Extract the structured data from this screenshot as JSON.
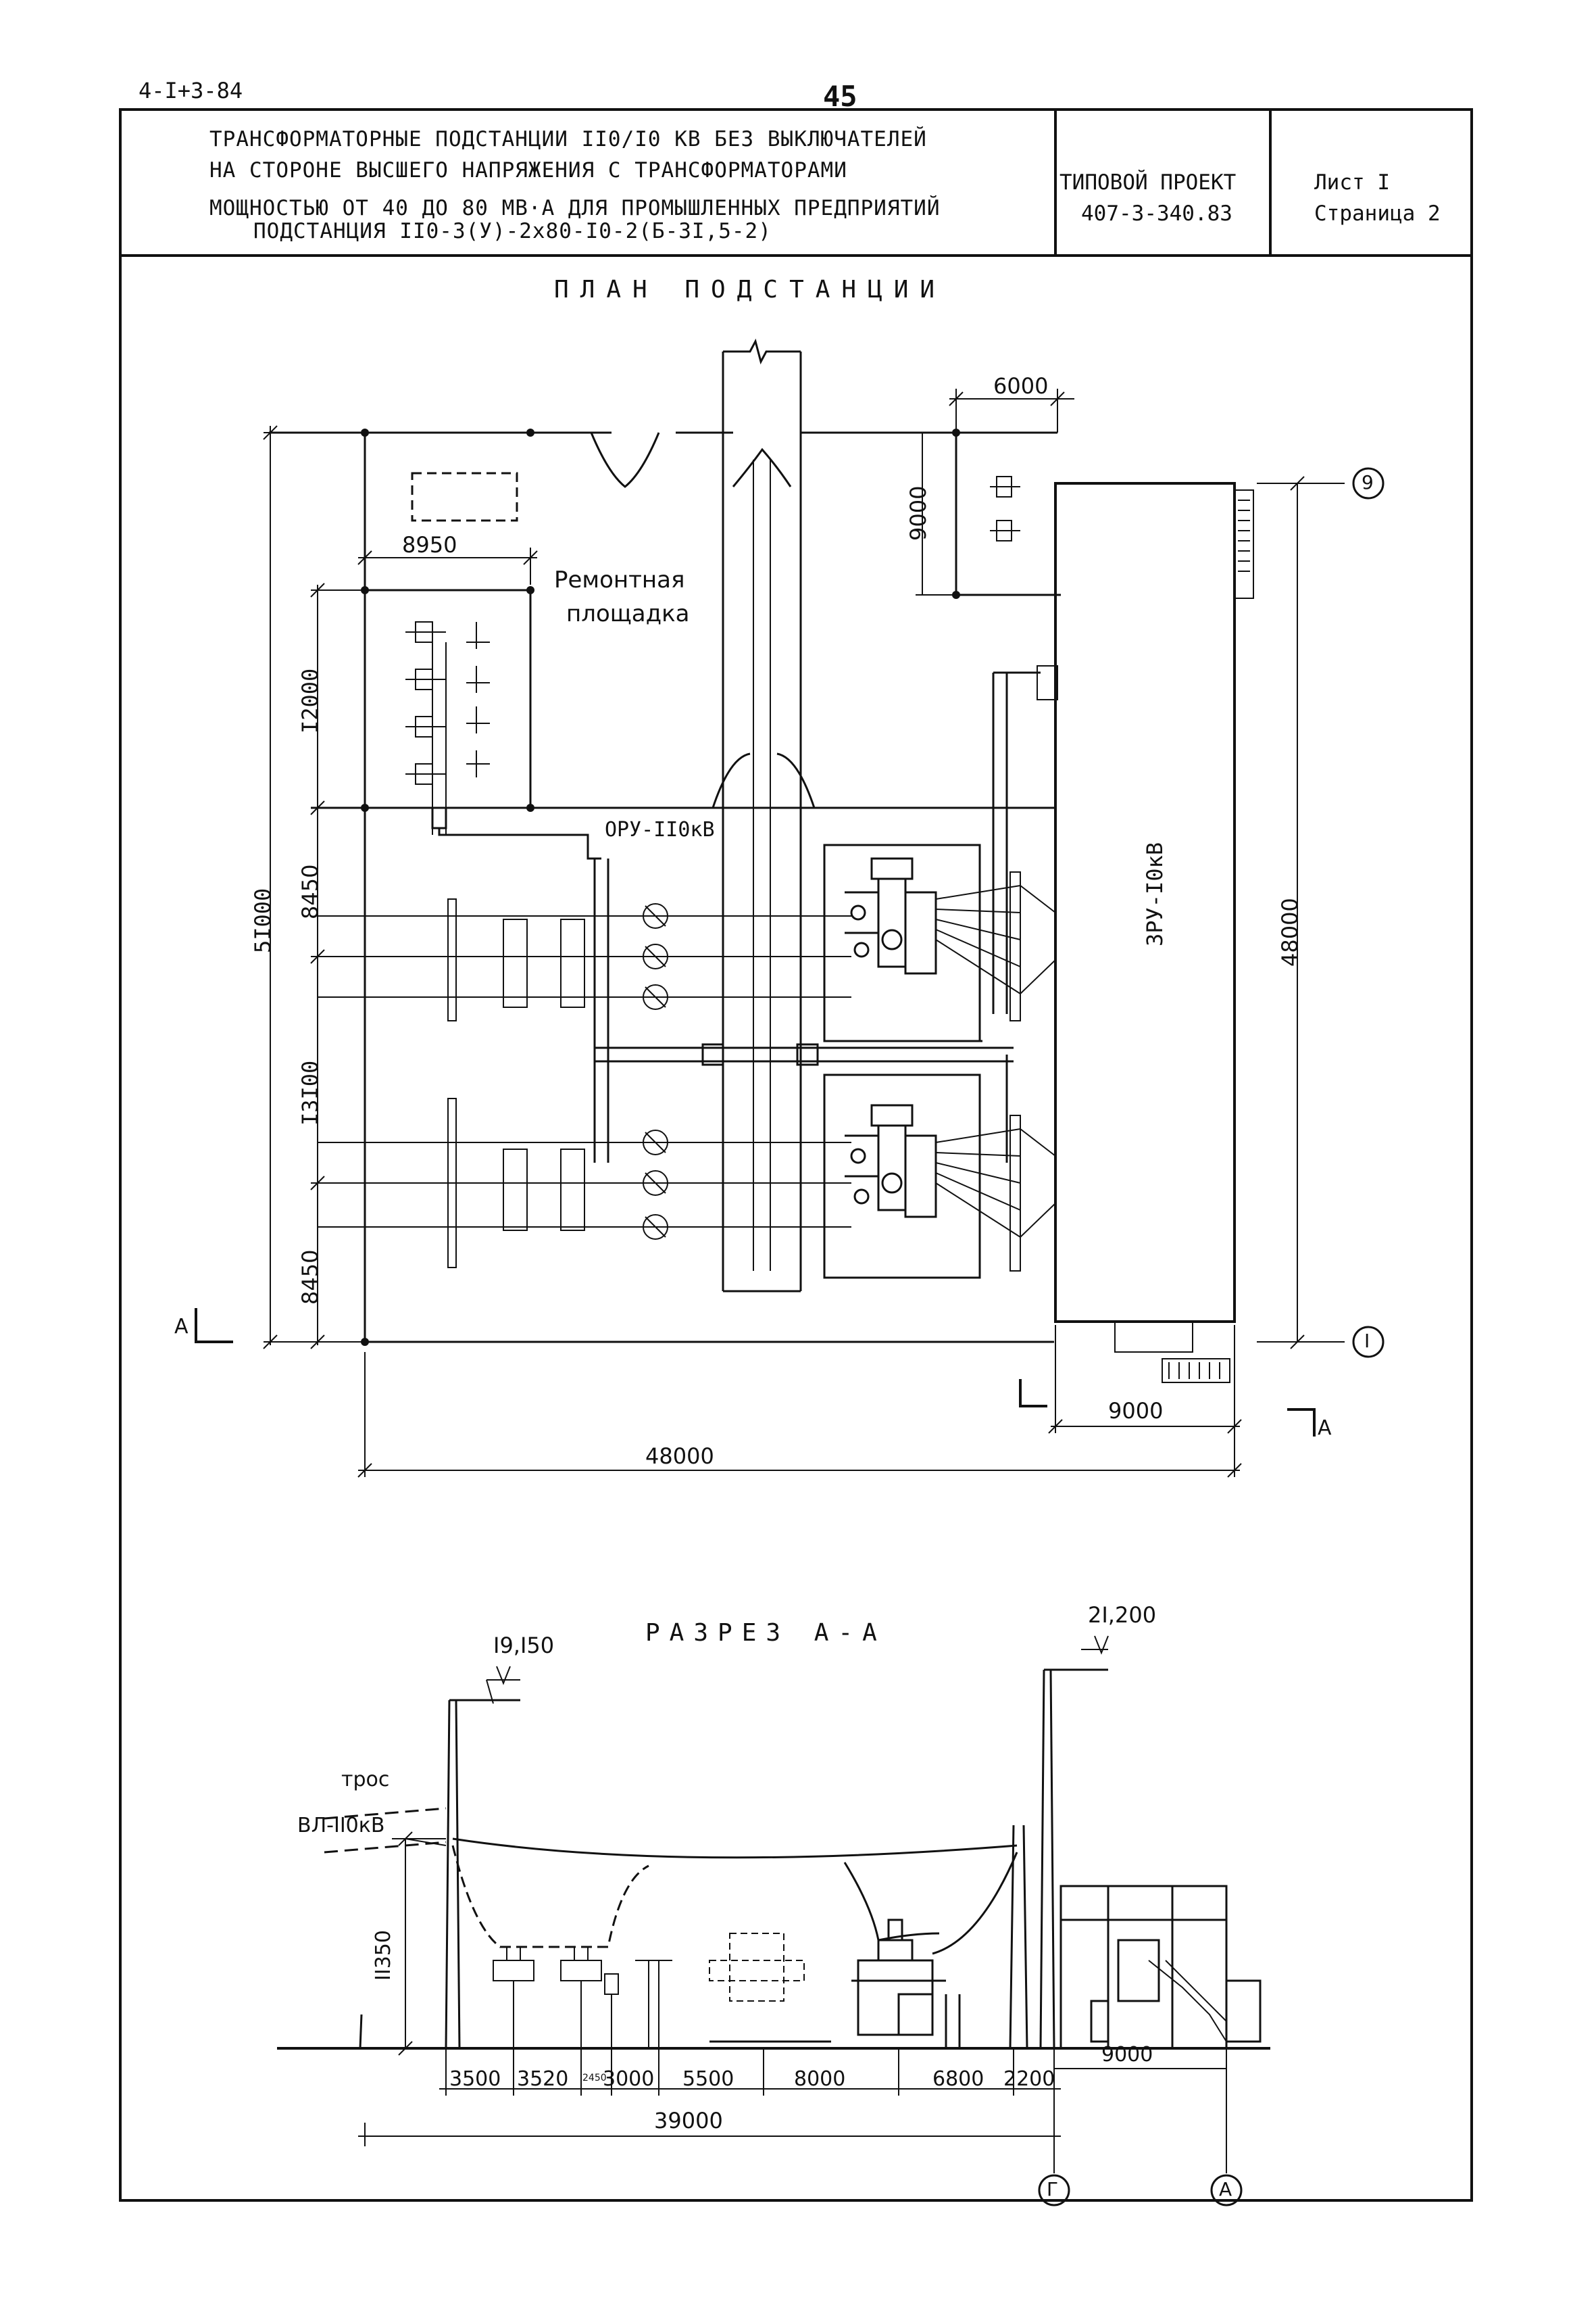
{
  "sheet": {
    "doc_code": "4-I+3-84",
    "page_number": "45"
  },
  "title_block": {
    "title_lines": [
      "ТРАНСФОРМАТОРНЫЕ ПОДСТАНЦИИ II0/I0 КВ БЕЗ ВЫКЛЮЧАТЕЛЕЙ",
      "НА СТОРОНЕ ВЫСШЕГО НАПРЯЖЕНИЯ С ТРАНСФОРМАТОРАМИ",
      "МОЩНОСТЬЮ ОТ 40 ДО 80 МВ·А ДЛЯ ПРОМЫШЛЕННЫХ ПРЕДПРИЯТИЙ",
      "ПОДСТАНЦИЯ II0-3(У)-2х80-I0-2(Б-3I,5-2)"
    ],
    "project_label": "ТИПОВОЙ ПРОЕКТ",
    "project_number": "407-3-340.83",
    "sheet_label": "Лист I",
    "page_label": "Страница 2"
  },
  "plan": {
    "title": "ПЛАН ПОДСТАНЦИИ",
    "labels": {
      "repair_area_1": "Ремонтная",
      "repair_area_2": "площадка",
      "oru": "ОРУ-II0кВ",
      "zru": "ЗРУ-I0кВ"
    },
    "dimensions": {
      "d6000": "6000",
      "d9000_top": "9000",
      "d8950": "8950",
      "d12000": "I2000",
      "d8450_top": "8450",
      "d51000": "5I000",
      "d13100": "I3I00",
      "d8450_bottom": "8450",
      "d48000_right": "48000",
      "d9000_bottom": "9000",
      "d48000_bottom": "48000"
    },
    "axes": {
      "top": "9",
      "bottom": "I"
    },
    "section_marks": {
      "left": "А",
      "right": "А"
    }
  },
  "section": {
    "title": "РАЗРЕЗ А-А",
    "elevations": {
      "left": "I9,I50",
      "right": "2I,200"
    },
    "labels": {
      "cable": "трос",
      "line": "ВЛ-II0кВ"
    },
    "dimensions": {
      "height": "II350",
      "spans": [
        "3500",
        "3520",
        "3000",
        "5500",
        "8000",
        "6800",
        "2200",
        "9000"
      ],
      "span_small": "2450",
      "total": "39000"
    },
    "axes": {
      "left": "Г",
      "right": "А"
    }
  }
}
